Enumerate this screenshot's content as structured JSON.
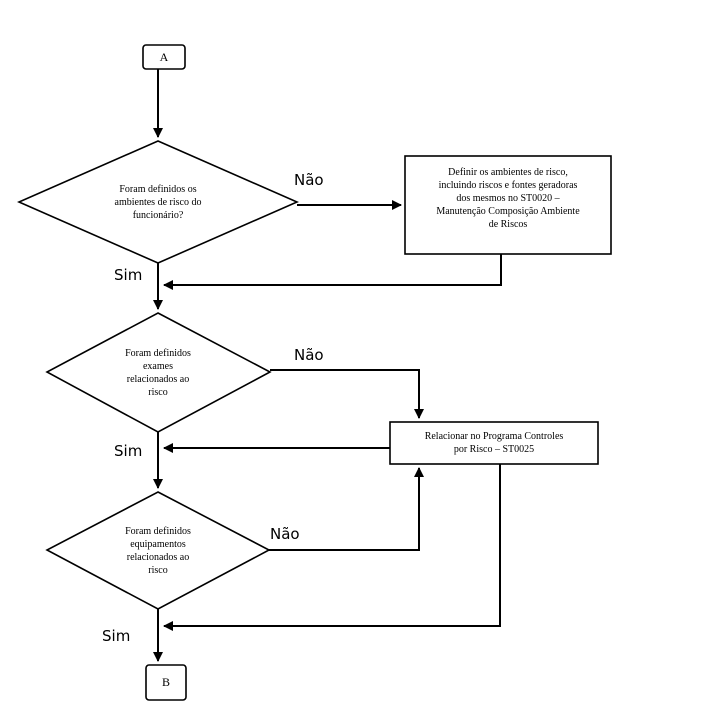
{
  "connectors": {
    "start": "A",
    "end": "B"
  },
  "decisions": {
    "q1": "Foram definidos os\nambientes de risco do\nfuncionário?",
    "q2": "Foram definidos\nexames\nrelacionados ao\nrisco",
    "q3": "Foram definidos\nequipamentos\nrelacionados ao\nrisco"
  },
  "processes": {
    "p1": "Definir os ambientes de risco,\nincluindo riscos e fontes geradoras\ndos mesmos no ST0020 –\nManutenção Composição Ambiente\nde Riscos",
    "p2": "Relacionar no Programa Controles\npor Risco – ST0025"
  },
  "labels": {
    "no1": "Não",
    "yes1": "Sim",
    "no2": "Não",
    "yes2": "Sim",
    "no3": "Não",
    "yes3": "Sim"
  }
}
